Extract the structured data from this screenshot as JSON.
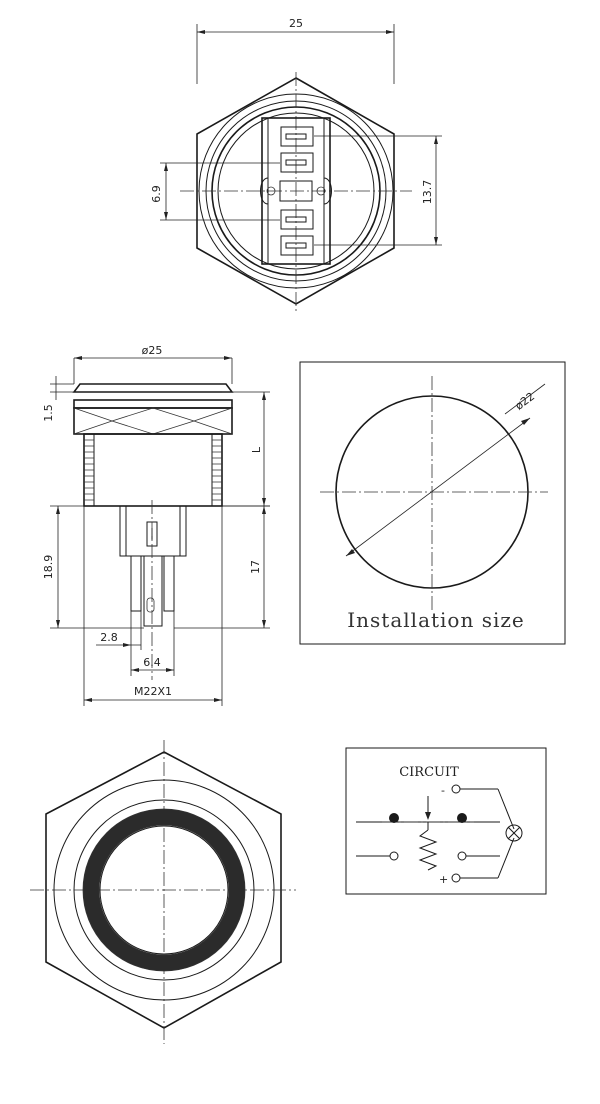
{
  "top_view": {
    "dim_width": "25",
    "dim_pins": "6.9",
    "dim_height": "13.7"
  },
  "side_view": {
    "dim_diameter": "ø25",
    "dim_flange": "1.5",
    "dim_length": "L",
    "dim_total": "18.9",
    "dim_terminal": "17",
    "dim_pin_width": "2.8",
    "dim_pin_spacing": "6.4",
    "dim_thread": "M22X1"
  },
  "installation": {
    "dim_diameter": "ø22",
    "caption": "Installation size"
  },
  "circuit": {
    "title": "CIRCUIT",
    "minus": "-",
    "plus": "+"
  }
}
